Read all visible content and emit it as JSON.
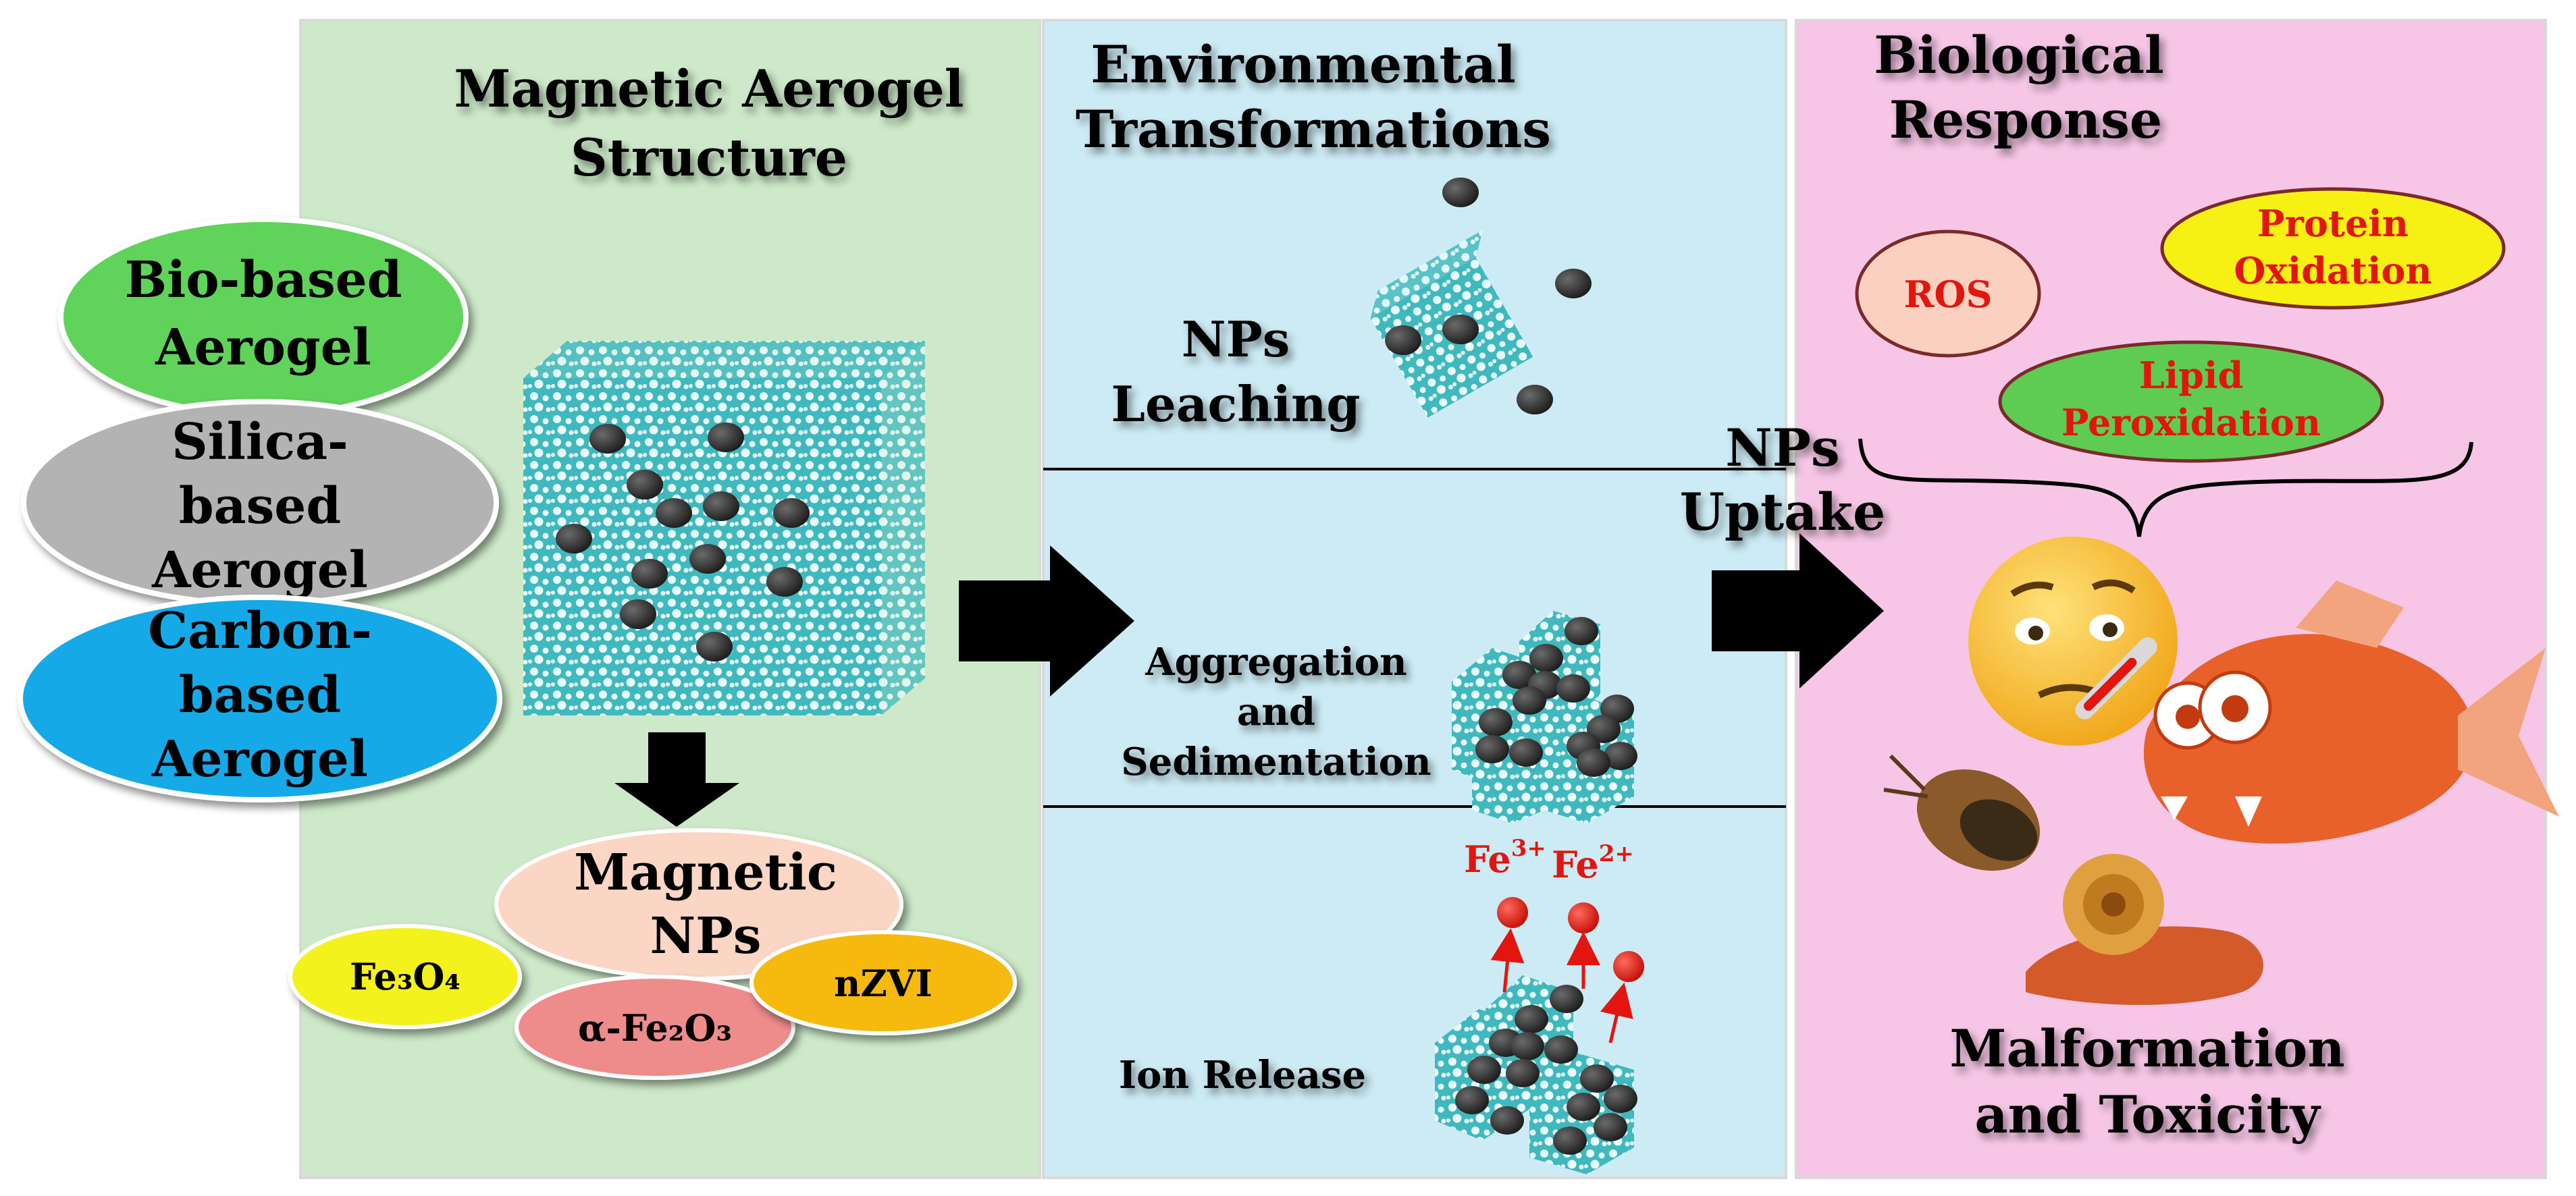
{
  "panels": {
    "structure": {
      "title_line1": "Magnetic Aerogel",
      "title_line2": "Structure",
      "color": "#cde9c9"
    },
    "environment": {
      "title_line1": "Environmental",
      "title_line2": "Transformations",
      "color": "#cdebf5"
    },
    "biology": {
      "title_line1": "Biological",
      "title_line2": "Response",
      "color": "#f7c6e6"
    }
  },
  "aerogel_types": [
    {
      "lines": [
        "Bio-based",
        "Aerogel"
      ],
      "color": "#5fd35a"
    },
    {
      "lines": [
        "Silica-",
        "based",
        "Aerogel"
      ],
      "color": "#b3b3b3"
    },
    {
      "lines": [
        "Carbon-",
        "based",
        "Aerogel"
      ],
      "color": "#12a9e8"
    }
  ],
  "magnetic_nps": {
    "title_line1": "Magnetic",
    "title_line2": "NPs",
    "color": "#fbd6c4",
    "items": [
      {
        "label": "Fe₃O₄",
        "color": "#f4f21a"
      },
      {
        "label": "α-Fe₂O₃",
        "color": "#ee8c8c"
      },
      {
        "label": "nZVI",
        "color": "#f6b90d"
      }
    ]
  },
  "transformations": [
    {
      "lines": [
        "NPs",
        "Leaching"
      ]
    },
    {
      "lines": [
        "Aggregation",
        "and",
        "Sedimentation"
      ]
    },
    {
      "lines": [
        "Ion Release"
      ]
    }
  ],
  "ions": {
    "fe3": "Fe",
    "fe3_sup": "3+",
    "fe2": "Fe",
    "fe2_sup": "2+",
    "color": "#e3150f"
  },
  "uptake": {
    "line1": "NPs",
    "line2": "Uptake"
  },
  "responses": [
    {
      "lines": [
        "ROS"
      ],
      "color": "#fad0c0",
      "text_color": "#e3150f"
    },
    {
      "lines": [
        "Protein",
        "Oxidation"
      ],
      "color": "#f6f013",
      "text_color": "#e3150f"
    },
    {
      "lines": [
        "Lipid",
        "Peroxidation"
      ],
      "color": "#5ecb52",
      "text_color": "#e3150f"
    }
  ],
  "outcome": {
    "line1": "Malformation",
    "line2": "and Toxicity"
  },
  "colors": {
    "arrow": "#000000",
    "nanoparticle": "#2a2a2a",
    "aerogel_cube": "#3fb9bd",
    "fish": "#e8602a",
    "emoji": "#f7c531"
  }
}
